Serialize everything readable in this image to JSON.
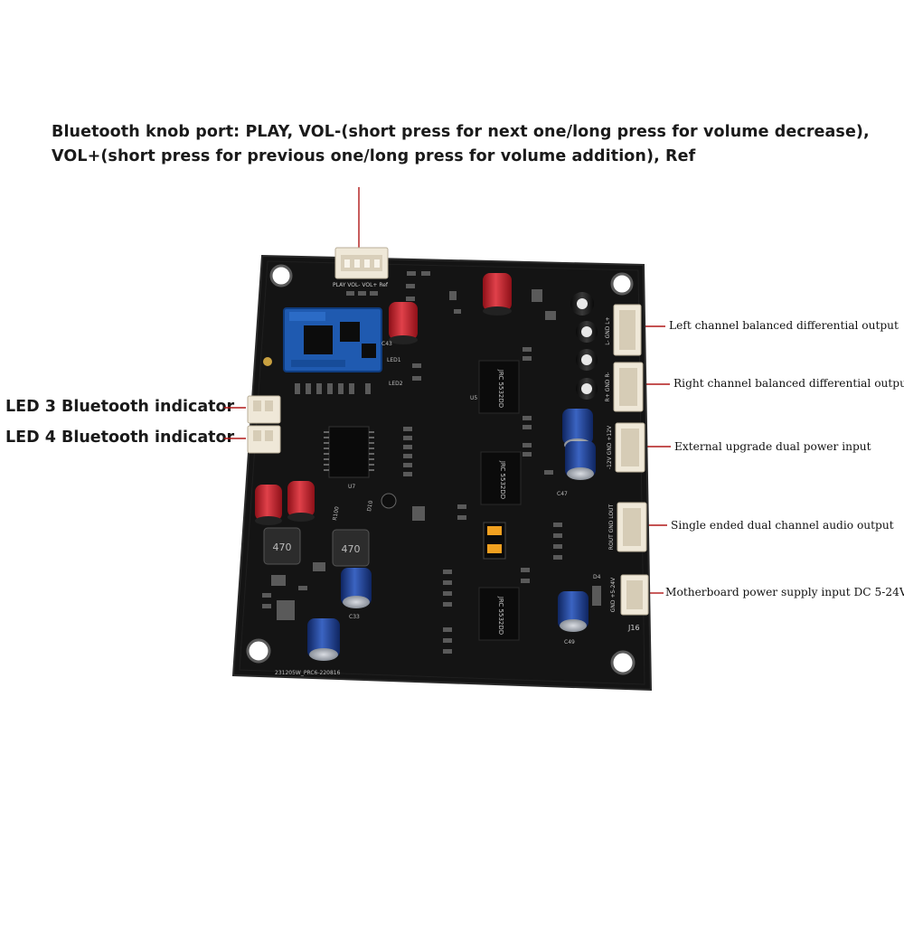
{
  "header": {
    "line1": "Bluetooth knob port: PLAY, VOL-(short press for next one/long press for volume decrease),",
    "line2": "VOL+(short press for previous one/long press for volume addition), Ref"
  },
  "left_labels": [
    "LED 3 Bluetooth indicator",
    "LED 4 Bluetooth indicator"
  ],
  "right_labels": [
    "Left channel balanced differential output",
    "Right channel balanced differential output",
    "External upgrade dual power input",
    "Single ended dual channel audio output",
    "Motherboard power supply input DC 5-24V"
  ],
  "board": {
    "chip_labels": [
      "JRC 5532DD",
      "JRC 5532DD",
      "JRC 5532DD"
    ],
    "inductor_labels": [
      "470",
      "470"
    ],
    "connector_labels": [
      "L- GND L+",
      "R+ GND R-",
      "-12V GND +12V",
      "ROUT GND LOUT",
      "GND +5-24V"
    ],
    "silk_marks": [
      "PLAY VOL- VOL+ Ref",
      "J16",
      "LED1",
      "LED2",
      "U5",
      "U7",
      "C43",
      "C47",
      "C49",
      "C33",
      "R100",
      "D10",
      "D4"
    ],
    "pcb_id": "231205W_PRC6-220816"
  },
  "colors": {
    "pcb": "#141414",
    "pointer_line": "#b01818",
    "capacitor_blue": "#1d3f8f",
    "capacitor_red": "#c0202a",
    "connector": "#efe8d8"
  }
}
